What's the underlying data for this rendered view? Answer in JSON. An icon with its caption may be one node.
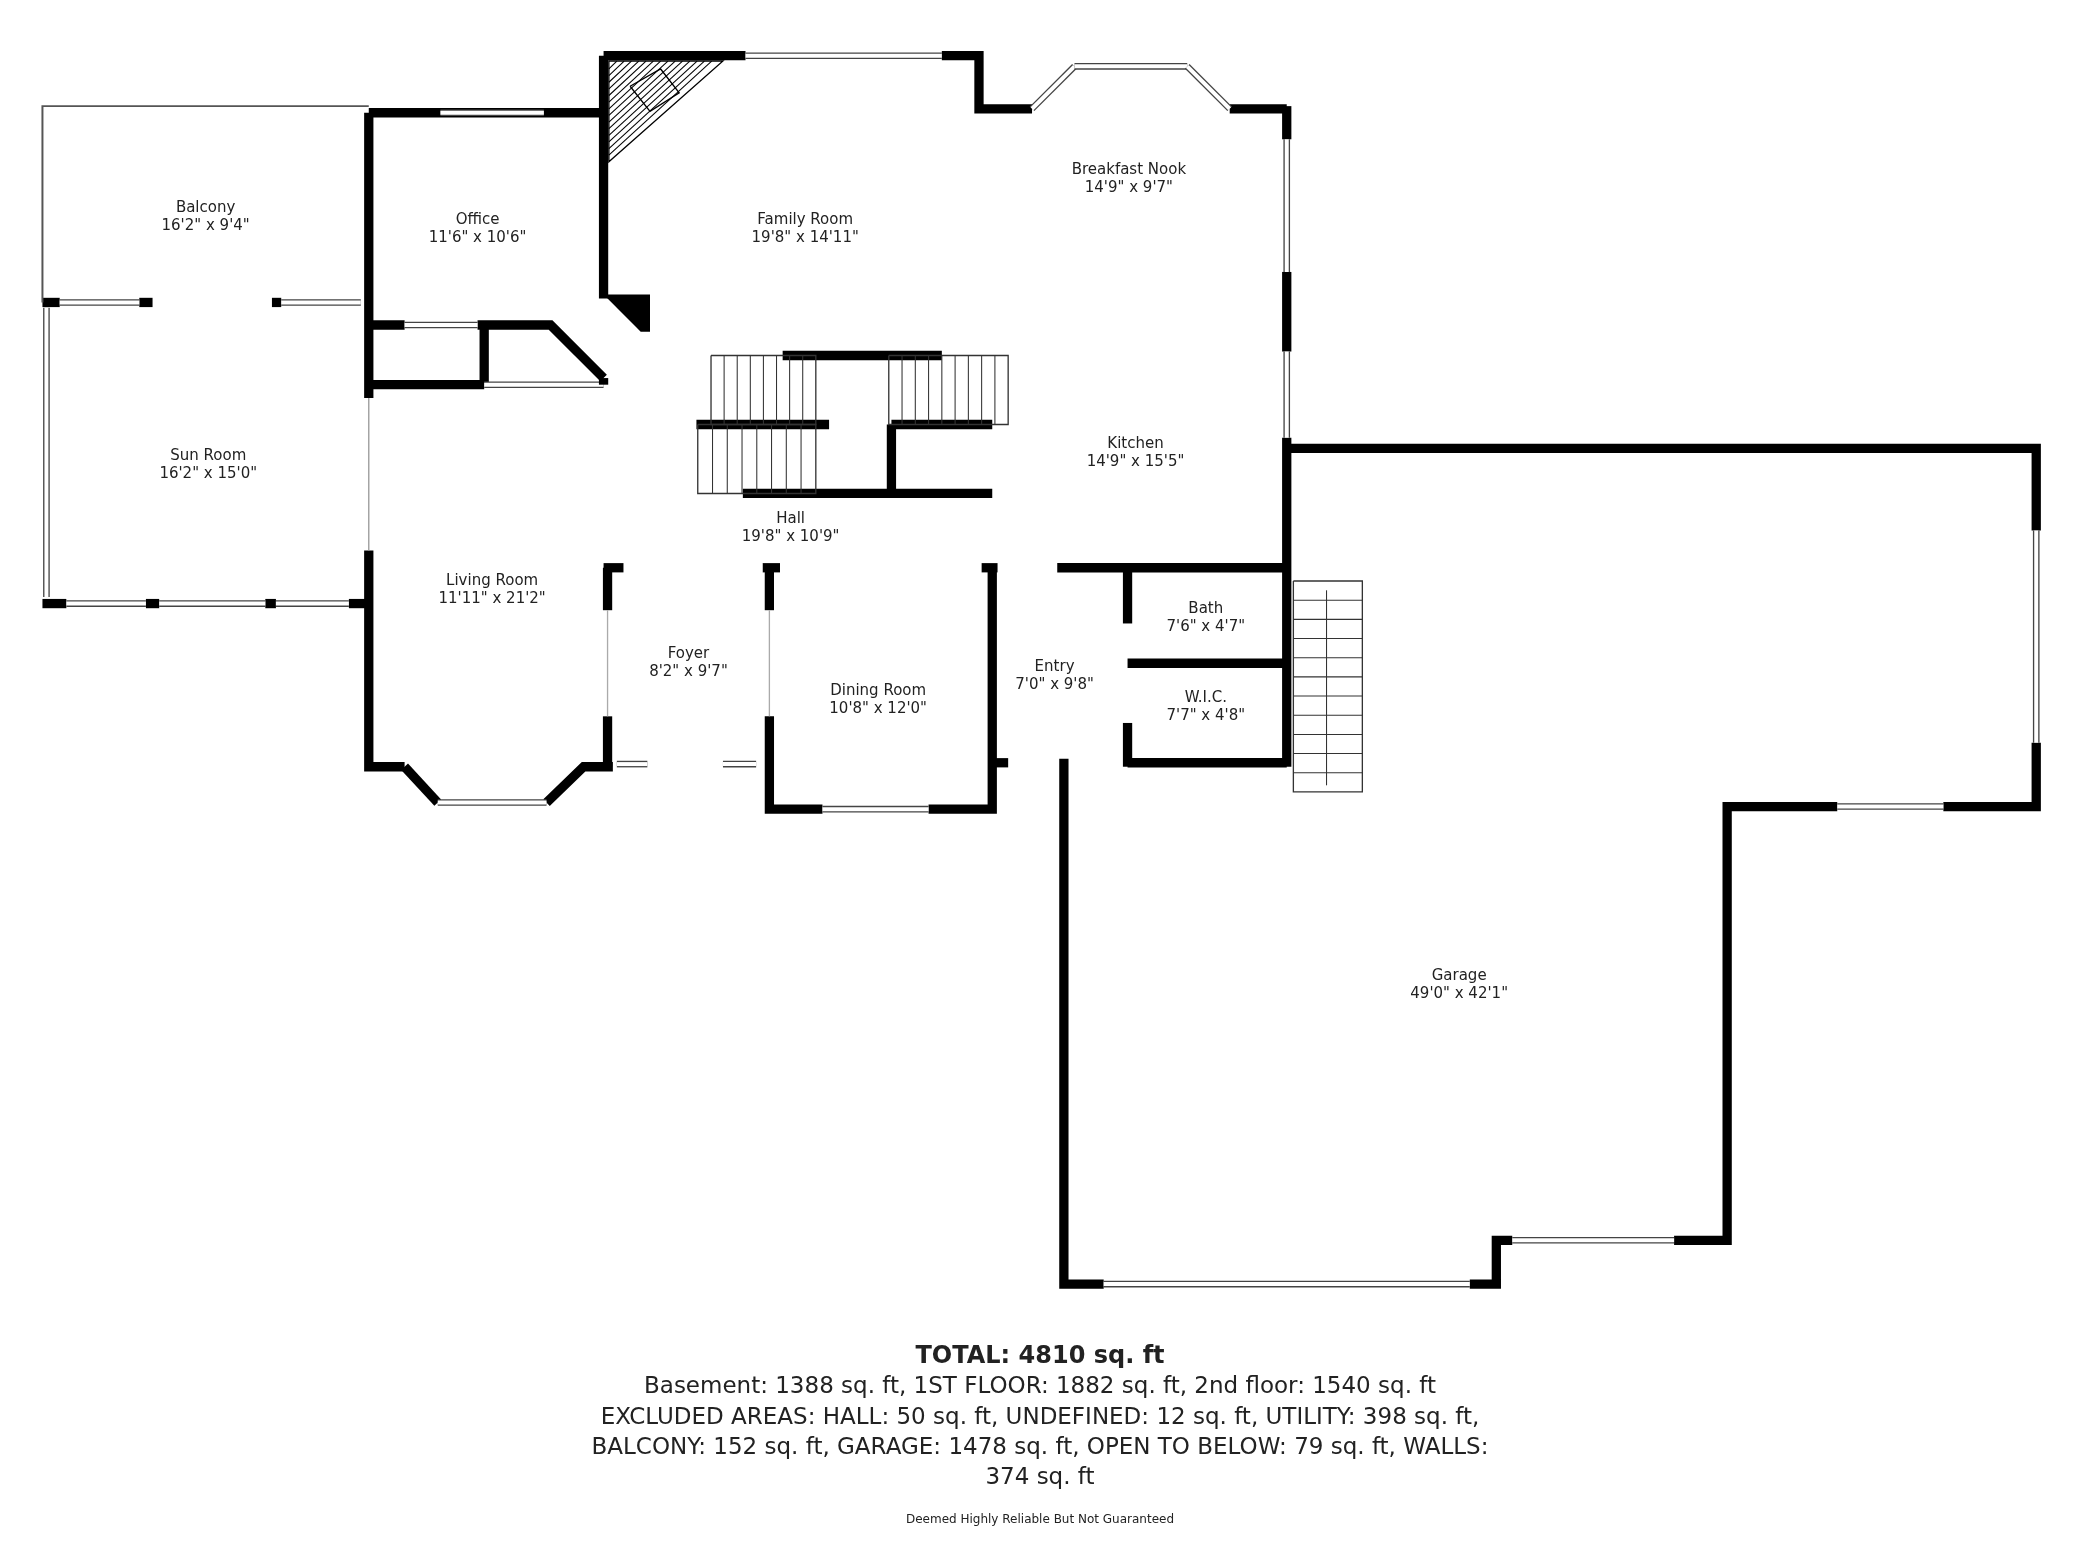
{
  "diagram": {
    "nodes": [
      {
        "text": [
          "Balcony",
          "16'2\" x 9'4\""
        ]
      },
      {
        "text": [
          "Office",
          "11'6\" x 10'6\""
        ]
      },
      {
        "text": [
          "Family Room",
          "19'8\" x 14'11\""
        ]
      },
      {
        "text": [
          "Breakfast Nook",
          "14'9\" x 9'7\""
        ]
      },
      {
        "text": [
          "Sun Room",
          "16'2\" x 15'0\""
        ]
      },
      {
        "text": [
          "Kitchen",
          "14'9\" x 15'5\""
        ]
      },
      {
        "text": [
          "Hall",
          "19'8\" x 10'9\""
        ]
      },
      {
        "text": [
          "Living Room",
          "11'11\" x 21'2\""
        ]
      },
      {
        "text": [
          "Bath",
          "7'6\" x 4'7\""
        ]
      },
      {
        "text": [
          "Foyer",
          "8'2\" x 9'7\""
        ]
      },
      {
        "text": [
          "Entry",
          "7'0\" x 9'8\""
        ]
      },
      {
        "text": [
          "Dining Room",
          "10'8\" x 12'0\""
        ]
      },
      {
        "text": [
          "W.I.C.",
          "7'7\" x 4'8\""
        ]
      },
      {
        "text": [
          "Garage",
          "49'0\" x 42'1\""
        ]
      }
    ],
    "labels": [
      "TOTAL: 4810 sq. ft",
      "Basement: 1388 sq. ft, 1ST FLOOR: 1882 sq. ft, 2nd floor: 1540 sq. ft",
      "EXCLUDED AREAS: HALL: 50 sq. ft, UNDEFINED: 12 sq. ft, UTILITY: 398 sq. ft, BALCONY: 152 sq. ft, GARAGE: 1478 sq. ft, OPEN TO BELOW: 79 sq. ft, WALLS: 374 sq. ft",
      "Deemed Highly Reliable But Not Guaranteed"
    ]
  }
}
